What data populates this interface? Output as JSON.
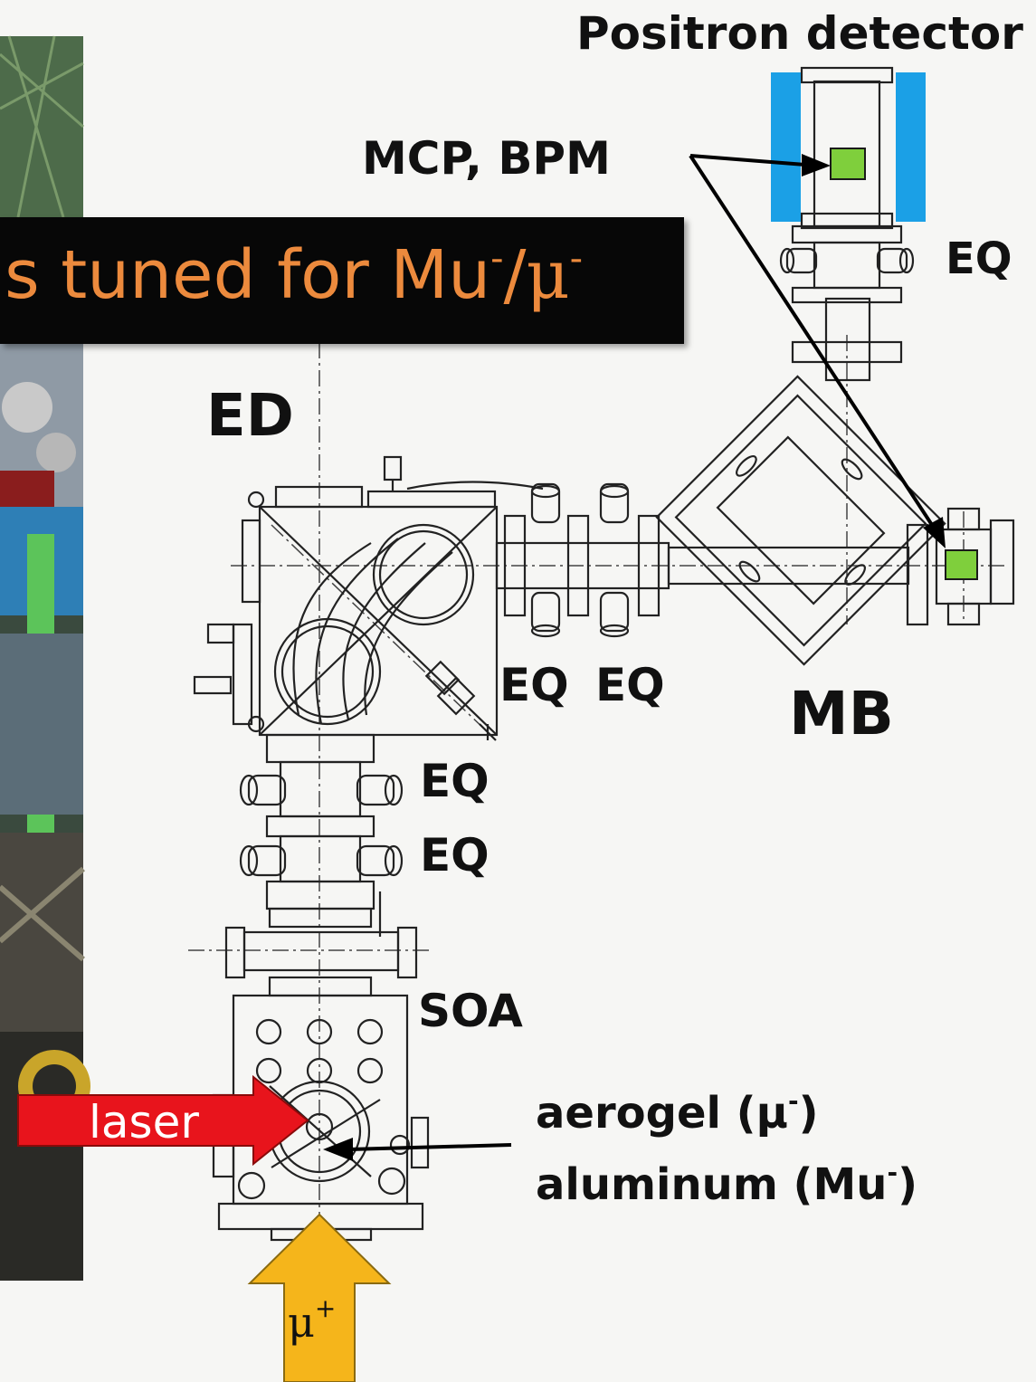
{
  "banner": {
    "text_prefix": "s tuned for Mu",
    "sup1": "-",
    "slash": "/",
    "mu": "μ",
    "sup2": "-"
  },
  "labels": {
    "positron_detector": "Positron detector",
    "mcp_bpm": "MCP, BPM",
    "ed": "ED",
    "mb": "MB",
    "eq": "EQ",
    "soa": "SOA",
    "aerogel": "aerogel (μ",
    "aerogel_sup": "-",
    "aerogel_close": ")",
    "aluminum": "aluminum (Mu",
    "aluminum_sup": "-",
    "aluminum_close": ")",
    "laser": "laser",
    "muon_symbol": "μ",
    "muon_sup": "+"
  },
  "colors": {
    "banner_bg": "#070707",
    "banner_text": "#ec8a3d",
    "laser_arrow": "#e8141c",
    "muon_arrow": "#f5b51b",
    "detector_blue": "#1ba0e6",
    "detector_green": "#7fcf3c"
  }
}
